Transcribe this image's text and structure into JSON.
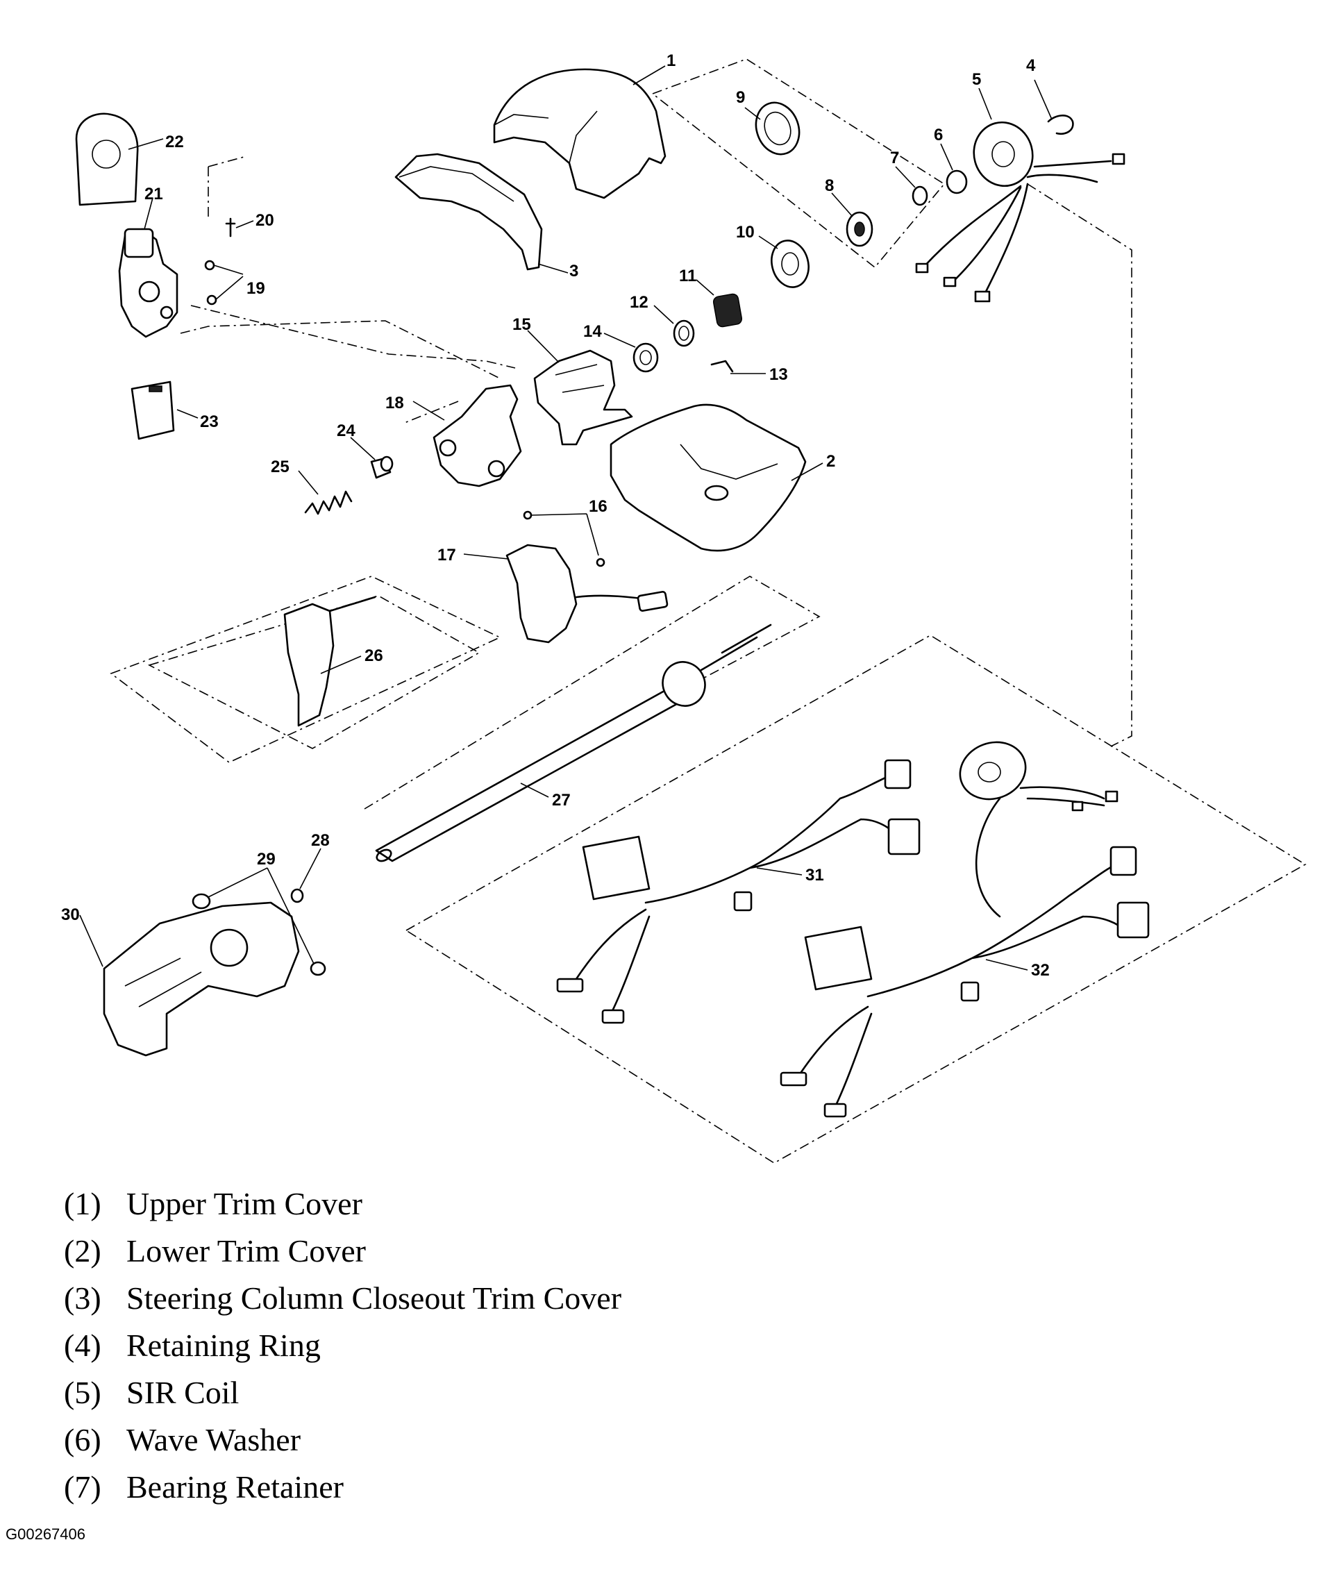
{
  "callouts": [
    "1",
    "2",
    "3",
    "4",
    "5",
    "6",
    "7",
    "8",
    "9",
    "10",
    "11",
    "12",
    "13",
    "14",
    "15",
    "16",
    "17",
    "18",
    "19",
    "20",
    "21",
    "22",
    "23",
    "24",
    "25",
    "26",
    "27",
    "28",
    "29",
    "30",
    "31",
    "32"
  ],
  "legend": [
    {
      "num": "(1)",
      "label": "Upper Trim Cover"
    },
    {
      "num": "(2)",
      "label": "Lower Trim Cover"
    },
    {
      "num": "(3)",
      "label": "Steering Column Closeout Trim Cover"
    },
    {
      "num": "(4)",
      "label": "Retaining Ring"
    },
    {
      "num": "(5)",
      "label": "SIR Coil"
    },
    {
      "num": "(6)",
      "label": "Wave Washer"
    },
    {
      "num": "(7)",
      "label": "Bearing Retainer"
    }
  ],
  "figure_id": "G00267406"
}
